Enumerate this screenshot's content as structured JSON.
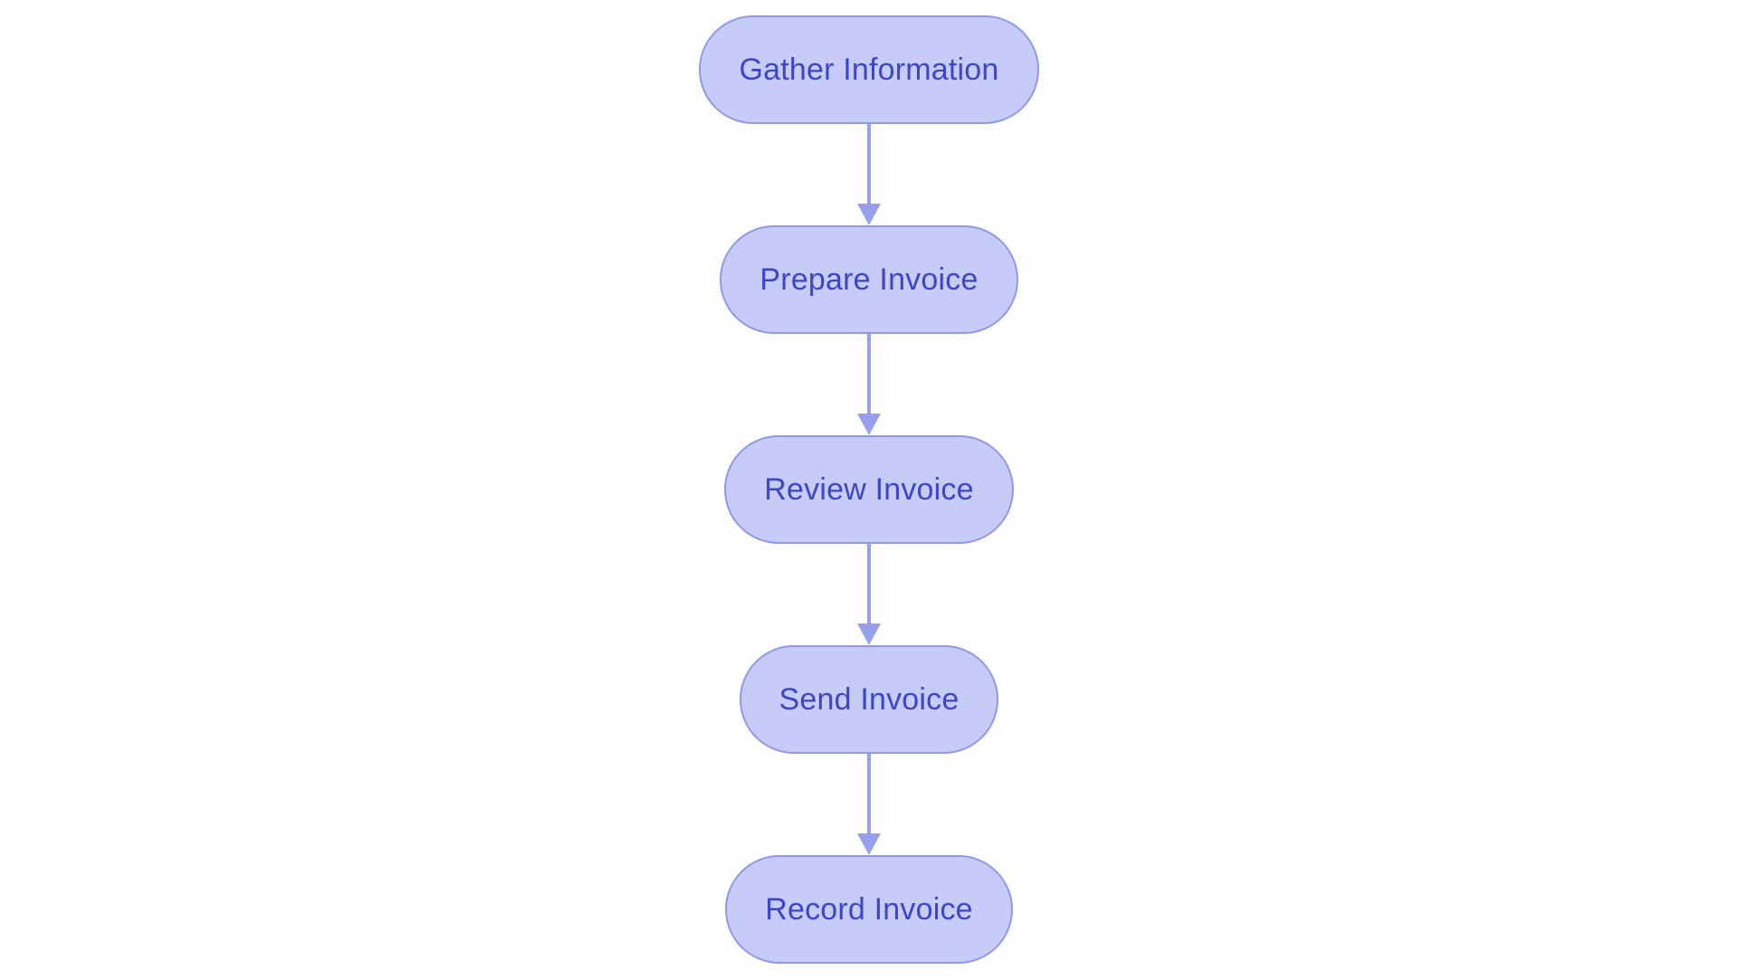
{
  "flowchart": {
    "type": "flowchart",
    "direction": "top-down",
    "nodes": [
      {
        "id": "gather-information",
        "label": "Gather Information",
        "shape": "pill"
      },
      {
        "id": "prepare-invoice",
        "label": "Prepare Invoice",
        "shape": "pill"
      },
      {
        "id": "review-invoice",
        "label": "Review Invoice",
        "shape": "pill"
      },
      {
        "id": "send-invoice",
        "label": "Send Invoice",
        "shape": "pill"
      },
      {
        "id": "record-invoice",
        "label": "Record Invoice",
        "shape": "pill"
      }
    ],
    "edges": [
      {
        "from": "gather-information",
        "to": "prepare-invoice",
        "style": "arrow-down"
      },
      {
        "from": "prepare-invoice",
        "to": "review-invoice",
        "style": "arrow-down"
      },
      {
        "from": "review-invoice",
        "to": "send-invoice",
        "style": "arrow-down"
      },
      {
        "from": "send-invoice",
        "to": "record-invoice",
        "style": "arrow-down"
      }
    ]
  },
  "colors": {
    "background": "#ffffff",
    "node_fill": "#c7cbf8",
    "node_border": "#9099e9",
    "node_text": "#3d46c8",
    "arrow": "#98a0ee"
  }
}
